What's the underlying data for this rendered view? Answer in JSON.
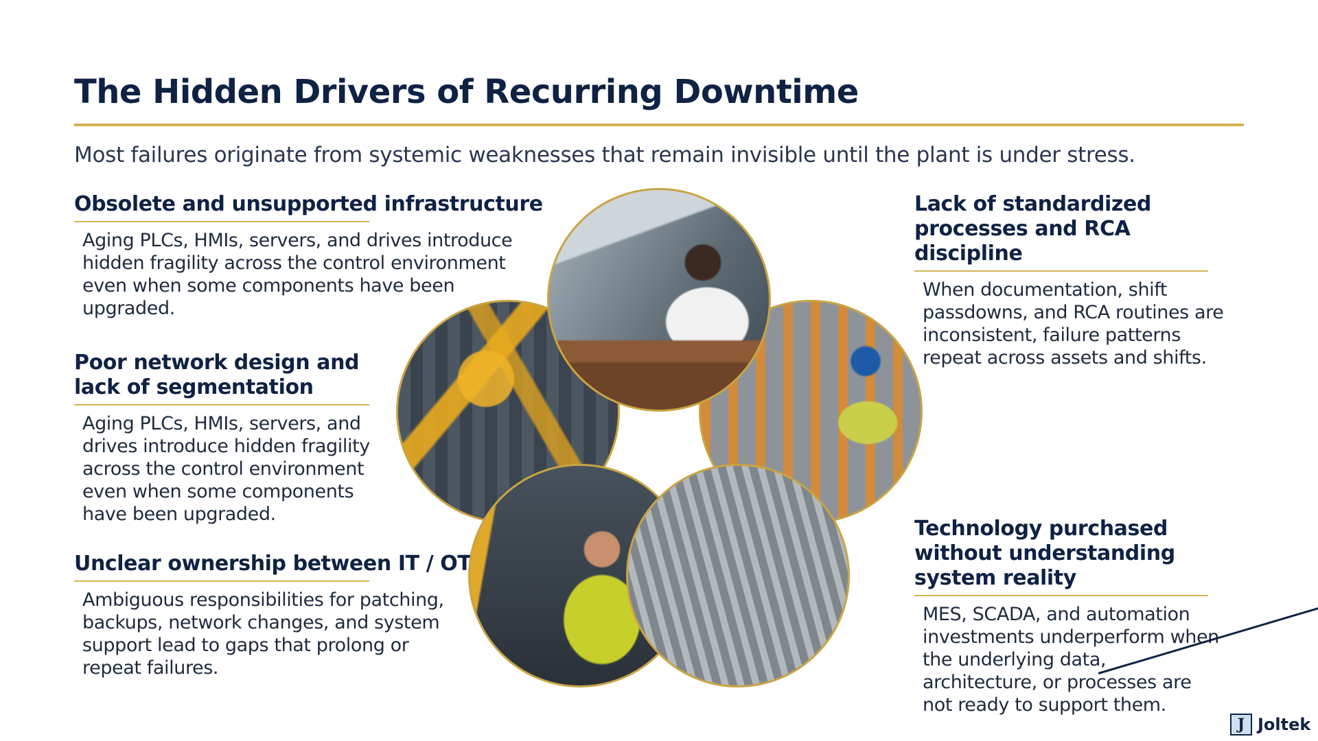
{
  "slide": {
    "title": "The Hidden Drivers of Recurring Downtime",
    "subtitle": "Most failures originate from systemic weaknesses that remain invisible until the plant is under stress."
  },
  "drivers": [
    {
      "heading": "Obsolete and unsupported infrastructure",
      "body": "Aging PLCs, HMIs, servers, and drives introduce hidden fragility across the control environment even when some components have been upgraded."
    },
    {
      "heading": "Poor network design and lack of segmentation",
      "body": "Aging PLCs, HMIs, servers, and drives introduce hidden fragility across the control environment even when some components have been upgraded."
    },
    {
      "heading": "Unclear ownership between IT / OT",
      "body": "Ambiguous responsibilities for patching, backups, network changes, and system support lead to gaps that prolong or repeat failures."
    },
    {
      "heading": "Lack of standardized processes and RCA discipline",
      "body": "When documentation, shift passdowns, and RCA routines are inconsistent, failure patterns repeat across assets and shifts."
    },
    {
      "heading": "Technology purchased without understanding system reality",
      "body": "MES, SCADA, and automation investments underperform when the underlying data, architecture, or processes are not ready to support them."
    }
  ],
  "images": [
    {
      "icon": "robot-arm-photo"
    },
    {
      "icon": "hmi-operator-photo"
    },
    {
      "icon": "inspector-photo"
    },
    {
      "icon": "tablet-worker-photo"
    },
    {
      "icon": "conveyor-line-photo"
    }
  ],
  "logo": {
    "mark": "J",
    "name": "Joltek"
  },
  "colors": {
    "navy": "#0f2244",
    "gold": "#d4b253"
  }
}
